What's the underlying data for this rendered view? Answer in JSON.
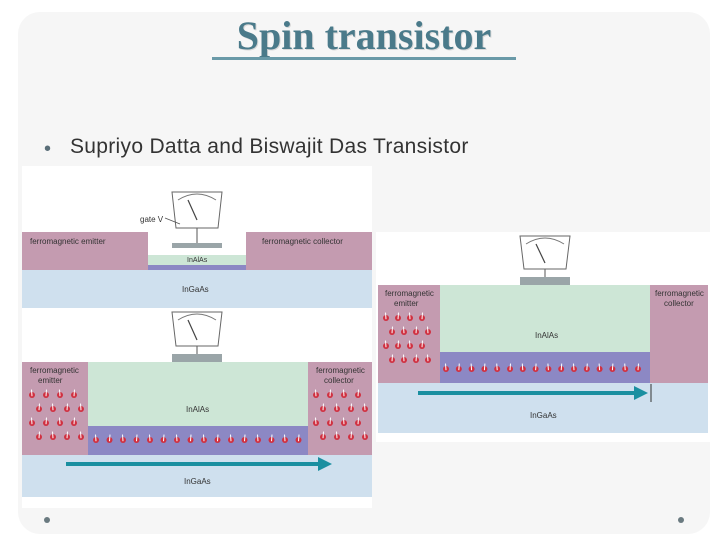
{
  "slide": {
    "title": "Spin transistor",
    "bullet": "Supriyo Datta and Biswajit Das Transistor"
  },
  "diagram_top": {
    "gate_label": "gate V",
    "emitter_label": "ferromagnetic emitter",
    "collector_label": "ferromagnetic collector",
    "barrier_label": "InAlAs",
    "channel_label": "InGaAs"
  },
  "diagram_bottom": {
    "emitter_label": [
      "ferromagnetic",
      "emitter"
    ],
    "collector_label": [
      "ferromagnetic",
      "collector"
    ],
    "barrier_label": "InAlAs",
    "channel_label": "InGaAs"
  },
  "diagram_right": {
    "emitter_label": [
      "ferromagnetic",
      "emitter"
    ],
    "collector_label": [
      "ferromagnetic",
      "collector"
    ],
    "barrier_label": "InAlAs",
    "channel_label": "InGaAs"
  },
  "colors": {
    "title": "#4a7a8a",
    "ferromagnet": "#c49bb0",
    "barrier": "#cde6d6",
    "channel": "#cde0ee",
    "spin_layer": "#8c88c4",
    "arrow": "#1a8fa0",
    "spin_dot": "#d03040"
  }
}
